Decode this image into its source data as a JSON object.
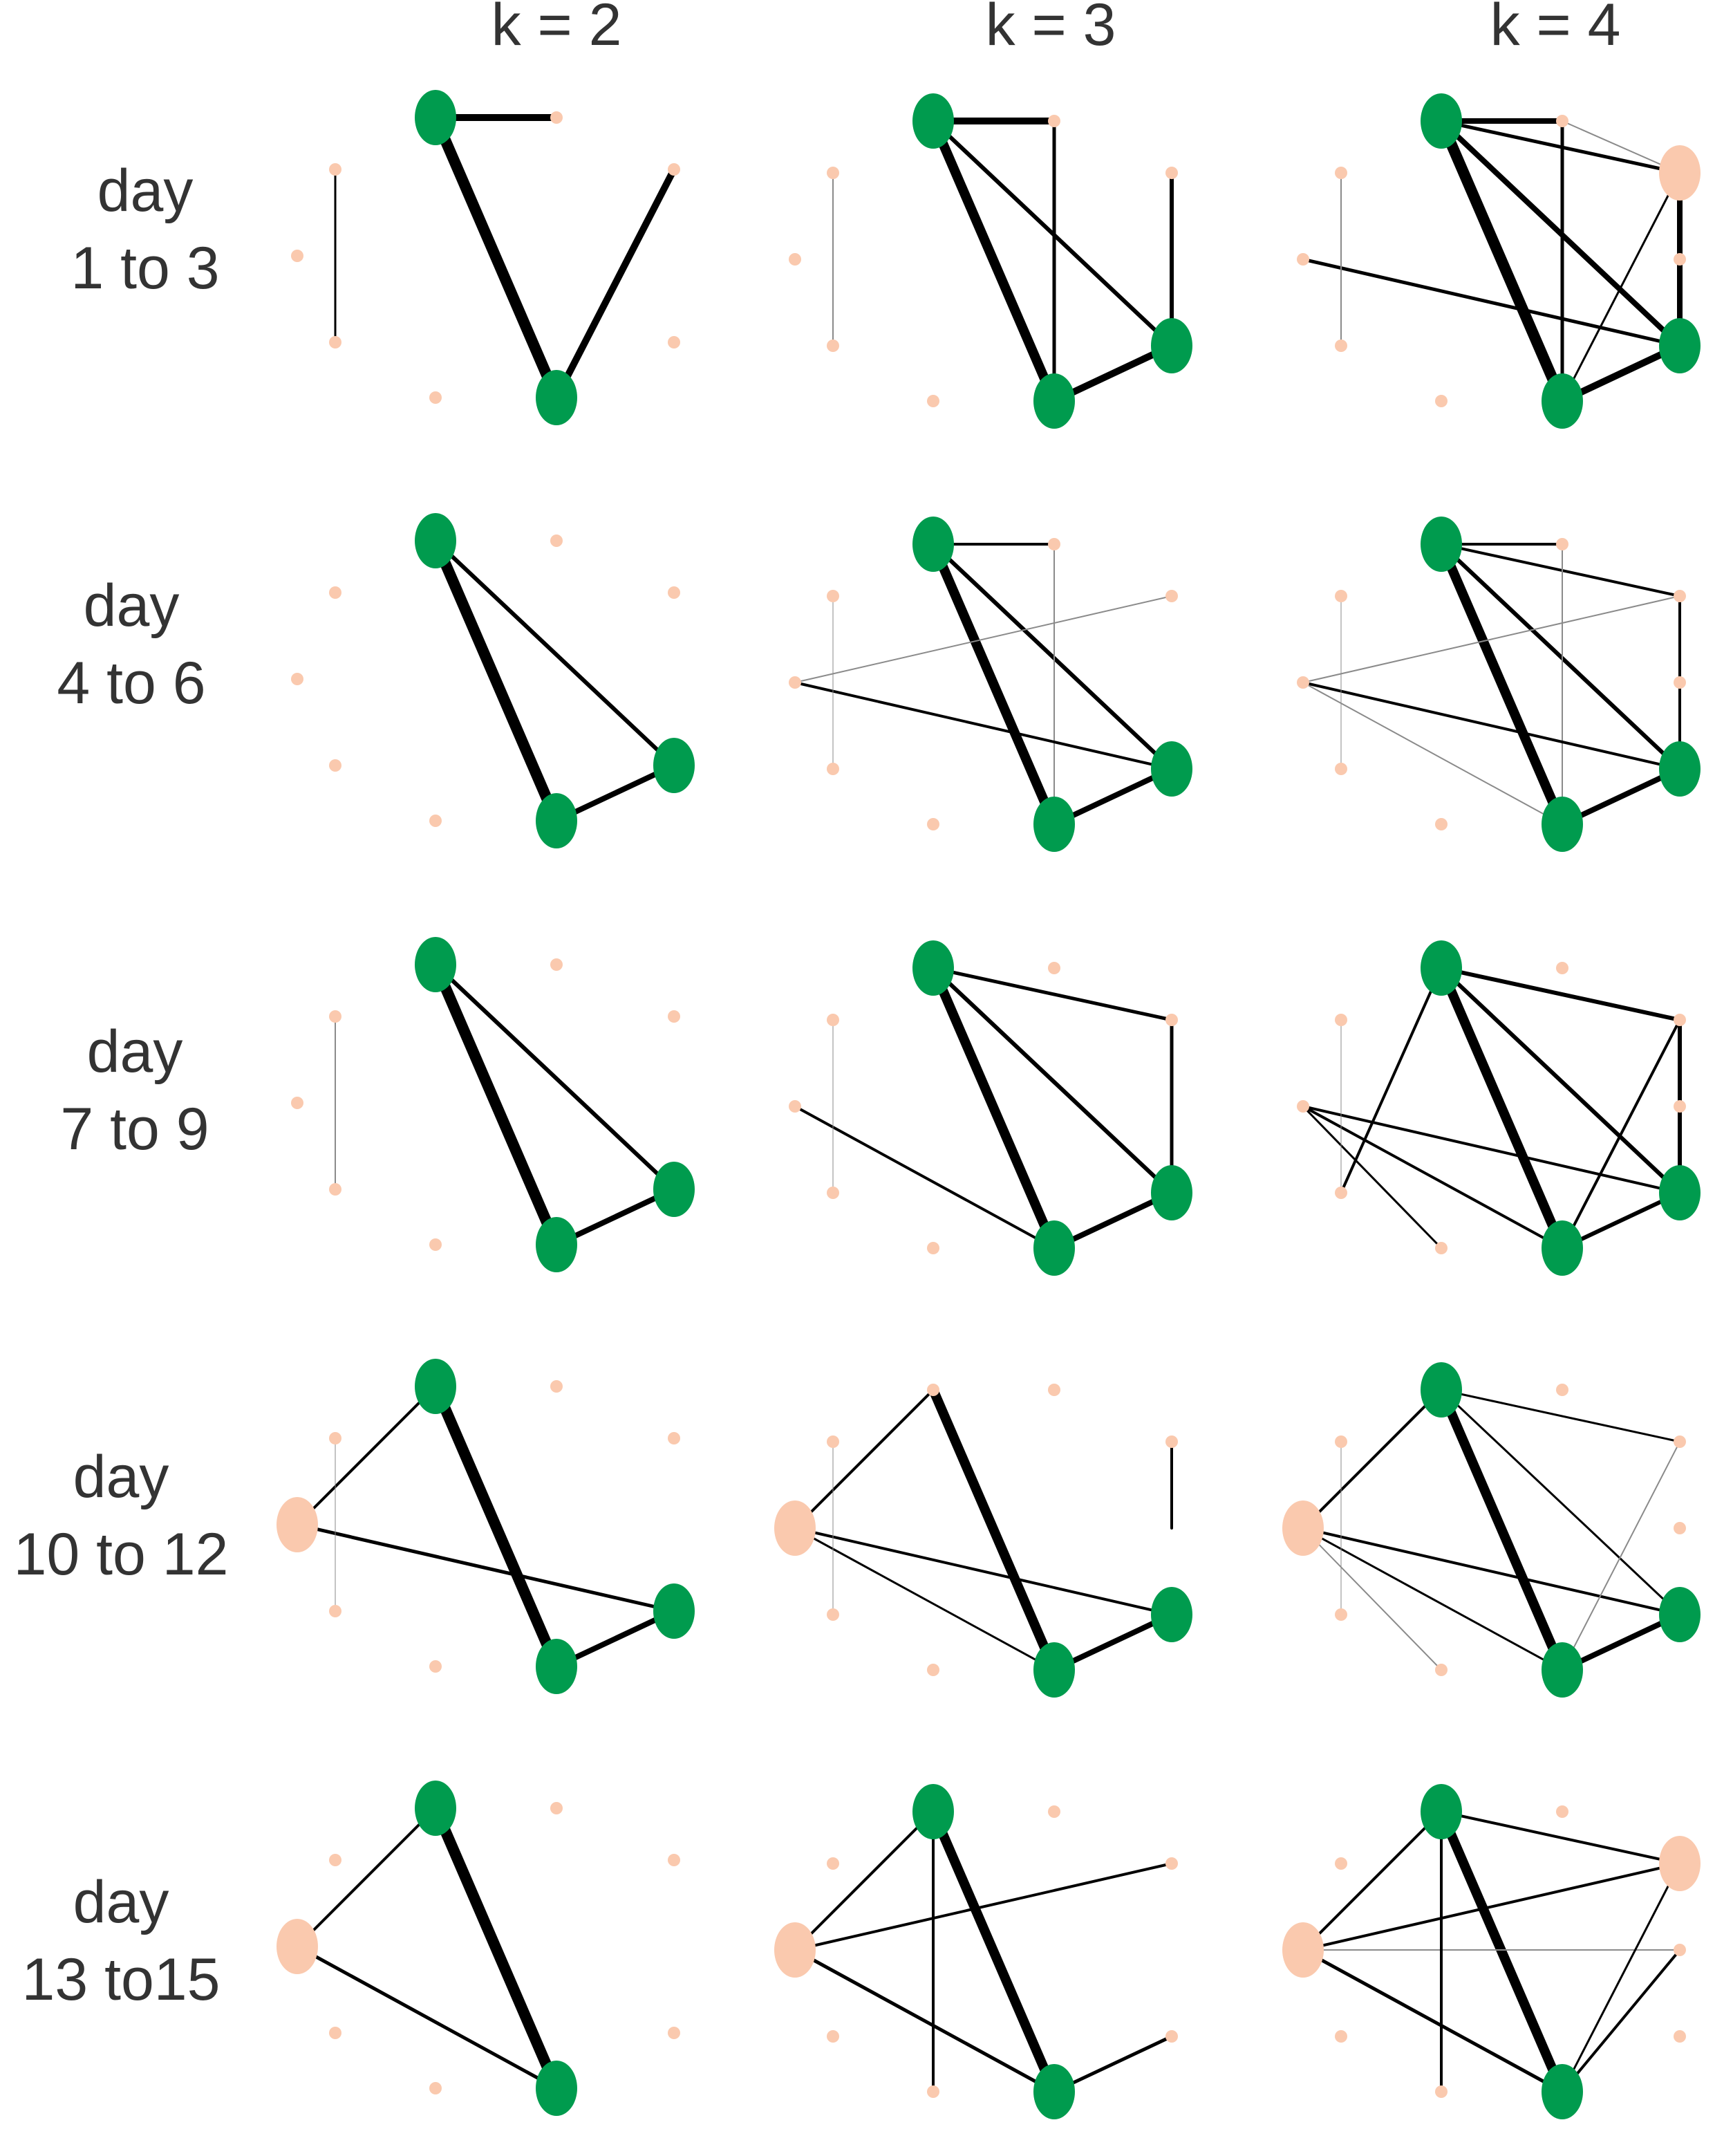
{
  "column_headers": [
    "k = 2",
    "k = 3",
    "k = 4"
  ],
  "row_labels": [
    {
      "line1": "day",
      "line2": "1 to 3"
    },
    {
      "line1": "day",
      "line2": "4 to 6"
    },
    {
      "line1": "day",
      "line2": "7 to 9"
    },
    {
      "line1": "day",
      "line2": "10 to 12"
    },
    {
      "line1": "day",
      "line2": "13 to15"
    }
  ],
  "colors": {
    "hub_node": "#009b4e",
    "peripheral_node": "#fac9ae",
    "edge": "#000000",
    "weak_edge": "#8a8a8a",
    "text": "#333333"
  }
}
